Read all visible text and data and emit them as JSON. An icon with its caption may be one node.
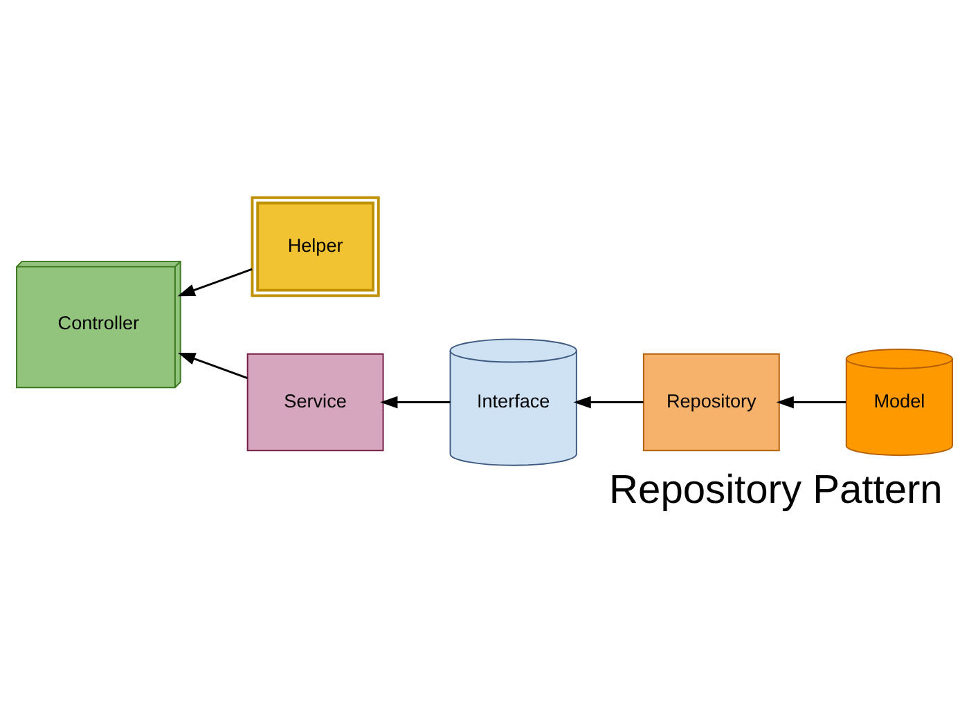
{
  "diagram": {
    "title": "Repository Pattern",
    "nodes": [
      {
        "text": [
          "Helper"
        ]
      },
      {
        "text": [
          "Model"
        ]
      },
      {
        "text": [
          "Service"
        ]
      },
      {
        "text": [
          "Interface"
        ]
      },
      {
        "text": [
          "Repository"
        ]
      },
      {
        "text": [
          "Controller"
        ]
      }
    ],
    "edges": [
      {
        "from": 0,
        "to": 5,
        "arrow": "to"
      },
      {
        "from": 1,
        "to": 4,
        "arrow": "to"
      },
      {
        "from": 4,
        "to": 3,
        "arrow": "to"
      },
      {
        "from": 3,
        "to": 2,
        "arrow": "to"
      },
      {
        "from": 2,
        "to": 5,
        "arrow": "to"
      }
    ]
  }
}
